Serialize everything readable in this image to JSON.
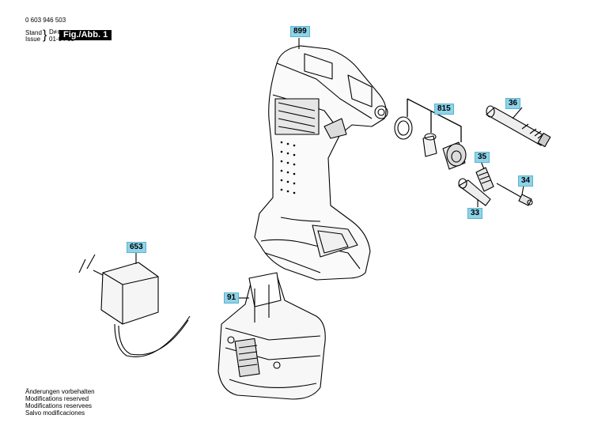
{
  "header": {
    "part_number": "0 603 946 503",
    "stand_label": "Stand",
    "issue_label": "Issue",
    "stand_value": "D≠⊗",
    "issue_value": "01-04-03",
    "figure_label": "Fig./Abb. 1"
  },
  "parts": {
    "p899": "899",
    "p815": "815",
    "p36": "36",
    "p35": "35",
    "p34": "34",
    "p33": "33",
    "p653": "653",
    "p91": "91"
  },
  "footer": {
    "line1": "Änderungen vorbehalten",
    "line2": "Modifications reserved",
    "line3": "Modifications reservees",
    "line4": "Salvo modificaciones"
  }
}
